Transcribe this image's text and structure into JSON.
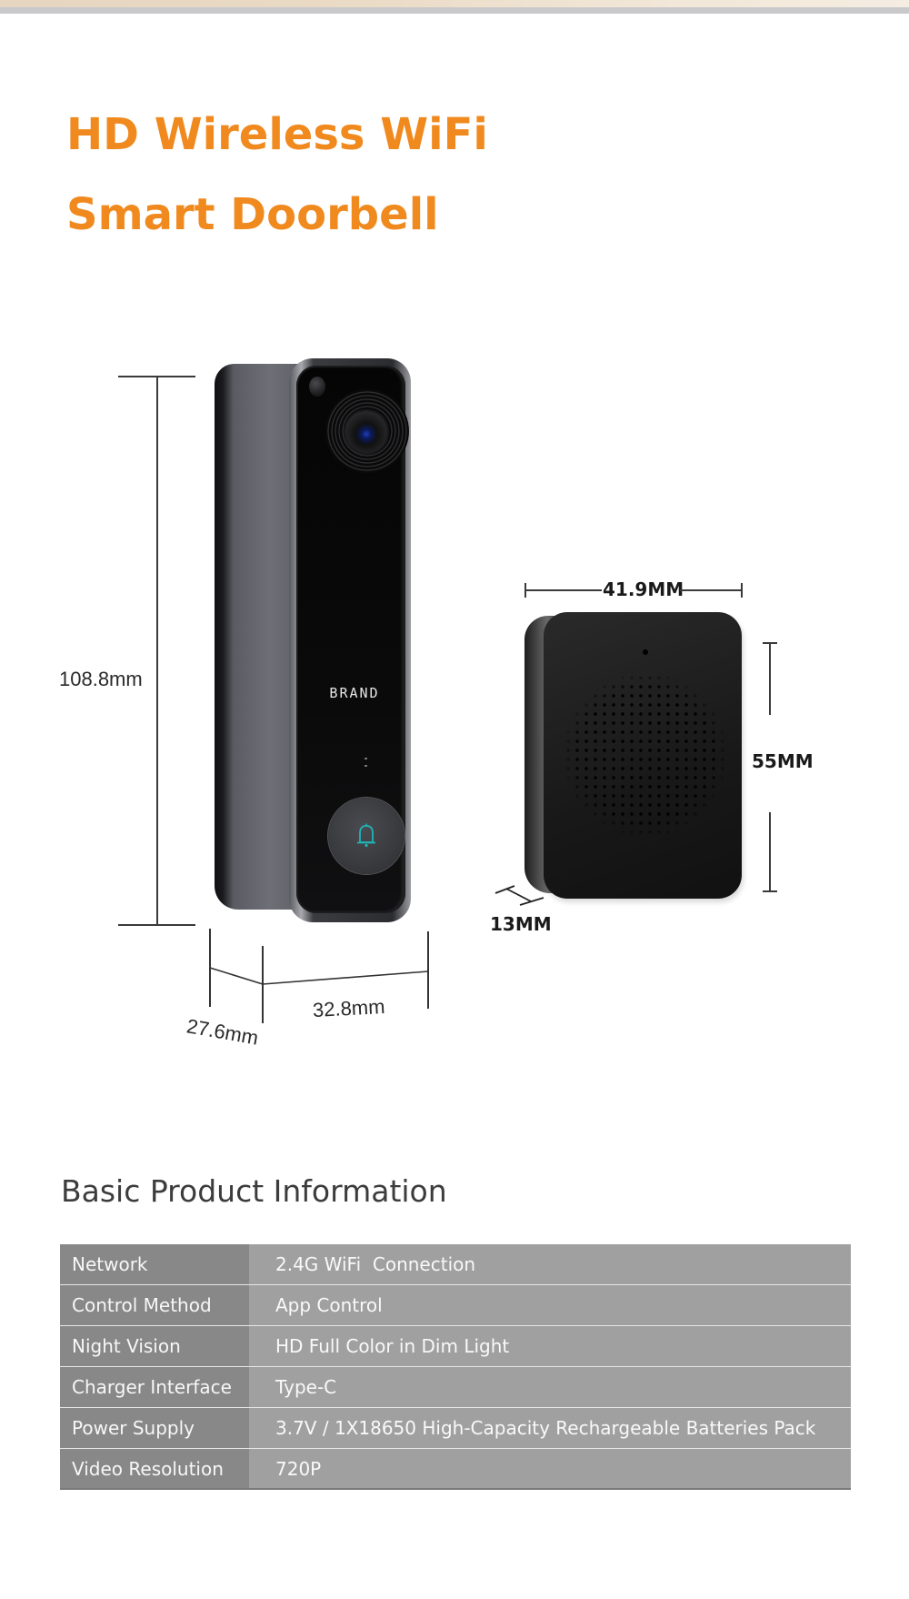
{
  "header": {
    "title_line1": "HD Wireless WiFi",
    "title_line2": "Smart Doorbell",
    "accent_color": "#f08a1f"
  },
  "doorbell": {
    "brand_text": "BRAND",
    "height_label": "108.8mm",
    "width_label": "32.8mm",
    "depth_label": "27.6mm",
    "button_icon": "bell-icon",
    "icon_color": "#1fb5b5"
  },
  "chime": {
    "width_label": "41.9MM",
    "height_label": "55MM",
    "depth_label": "13MM"
  },
  "specs": {
    "title": "Basic Product Information",
    "rows": [
      {
        "key": "Network",
        "value": "2.4G WiFi  Connection"
      },
      {
        "key": "Control Method",
        "value": "App Control"
      },
      {
        "key": "Night Vision",
        "value": "HD Full Color in Dim Light"
      },
      {
        "key": "Charger Interface",
        "value": "Type-C"
      },
      {
        "key": "Power Supply",
        "value": "3.7V / 1X18650 High-Capacity Rechargeable Batteries Pack"
      },
      {
        "key": "Video Resolution",
        "value": "720P"
      }
    ]
  }
}
